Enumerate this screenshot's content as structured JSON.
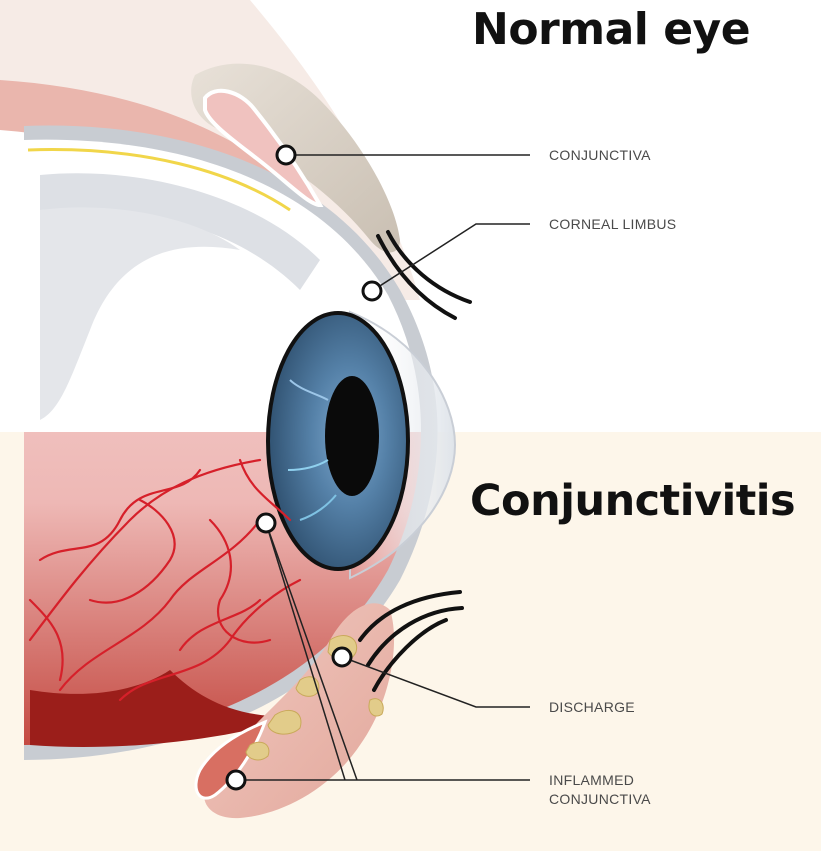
{
  "titles": {
    "normal": "Normal eye",
    "conjunctivitis": "Conjunctivitis"
  },
  "labels": {
    "conjunctiva": "CONJUNCTIVA",
    "corneal_limbus": "CORNEAL LIMBUS",
    "discharge": "DISCHARGE",
    "inflamed_line1": "INFLAMMED",
    "inflamed_line2": "CONJUNCTIVA"
  },
  "colors": {
    "iris": "#3f6d93",
    "pupil": "#0a0a0a",
    "vessels": "#d6202a",
    "lid_normal": "#ddd3c8",
    "lid_inflamed": "#e9b7ad",
    "discharge": "#e2cc8a",
    "label_text": "#4a4a4a",
    "leader_line": "#222222"
  }
}
